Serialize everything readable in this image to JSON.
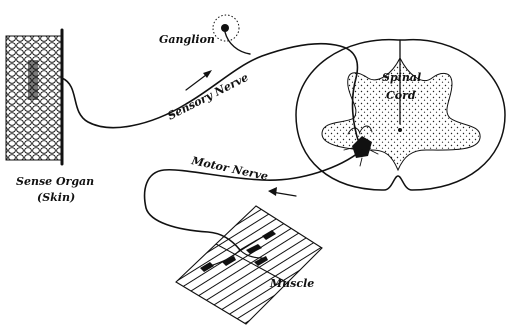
{
  "labels": {
    "ganglion": "Ganglion",
    "sensory_nerve": "Sensory Nerve",
    "spinal_cord_line1": "Spinal",
    "spinal_cord_line2": "Cord",
    "motor_nerve": "Motor Nerve",
    "sense_organ_line1": "Sense Organ",
    "sense_organ_line2": "(Skin)",
    "muscle": "Muscle"
  },
  "colors": {
    "ink": "#111111",
    "paper": "#ffffff"
  }
}
